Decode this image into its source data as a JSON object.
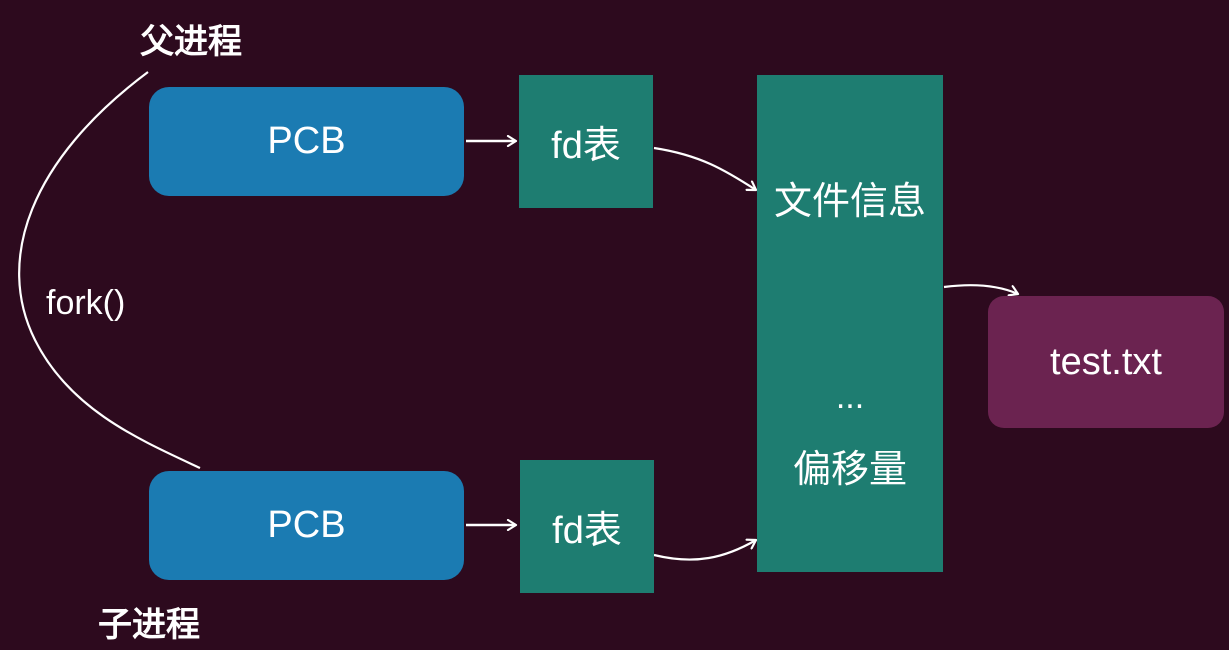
{
  "parent_label": "父进程",
  "child_label": "子进程",
  "fork_label": "fork()",
  "parent_pcb": "PCB",
  "child_pcb": "PCB",
  "parent_fd": "fd表",
  "child_fd": "fd表",
  "file_info": {
    "title": "文件信息",
    "ellipsis": "...",
    "offset": "偏移量"
  },
  "file_name": "test.txt",
  "colors": {
    "background": "#2d0a1e",
    "pcb": "#1b7bb2",
    "fd_table": "#1e7d71",
    "file_info": "#1e7d71",
    "file": "#6b2350",
    "arrow": "#ffffff"
  }
}
